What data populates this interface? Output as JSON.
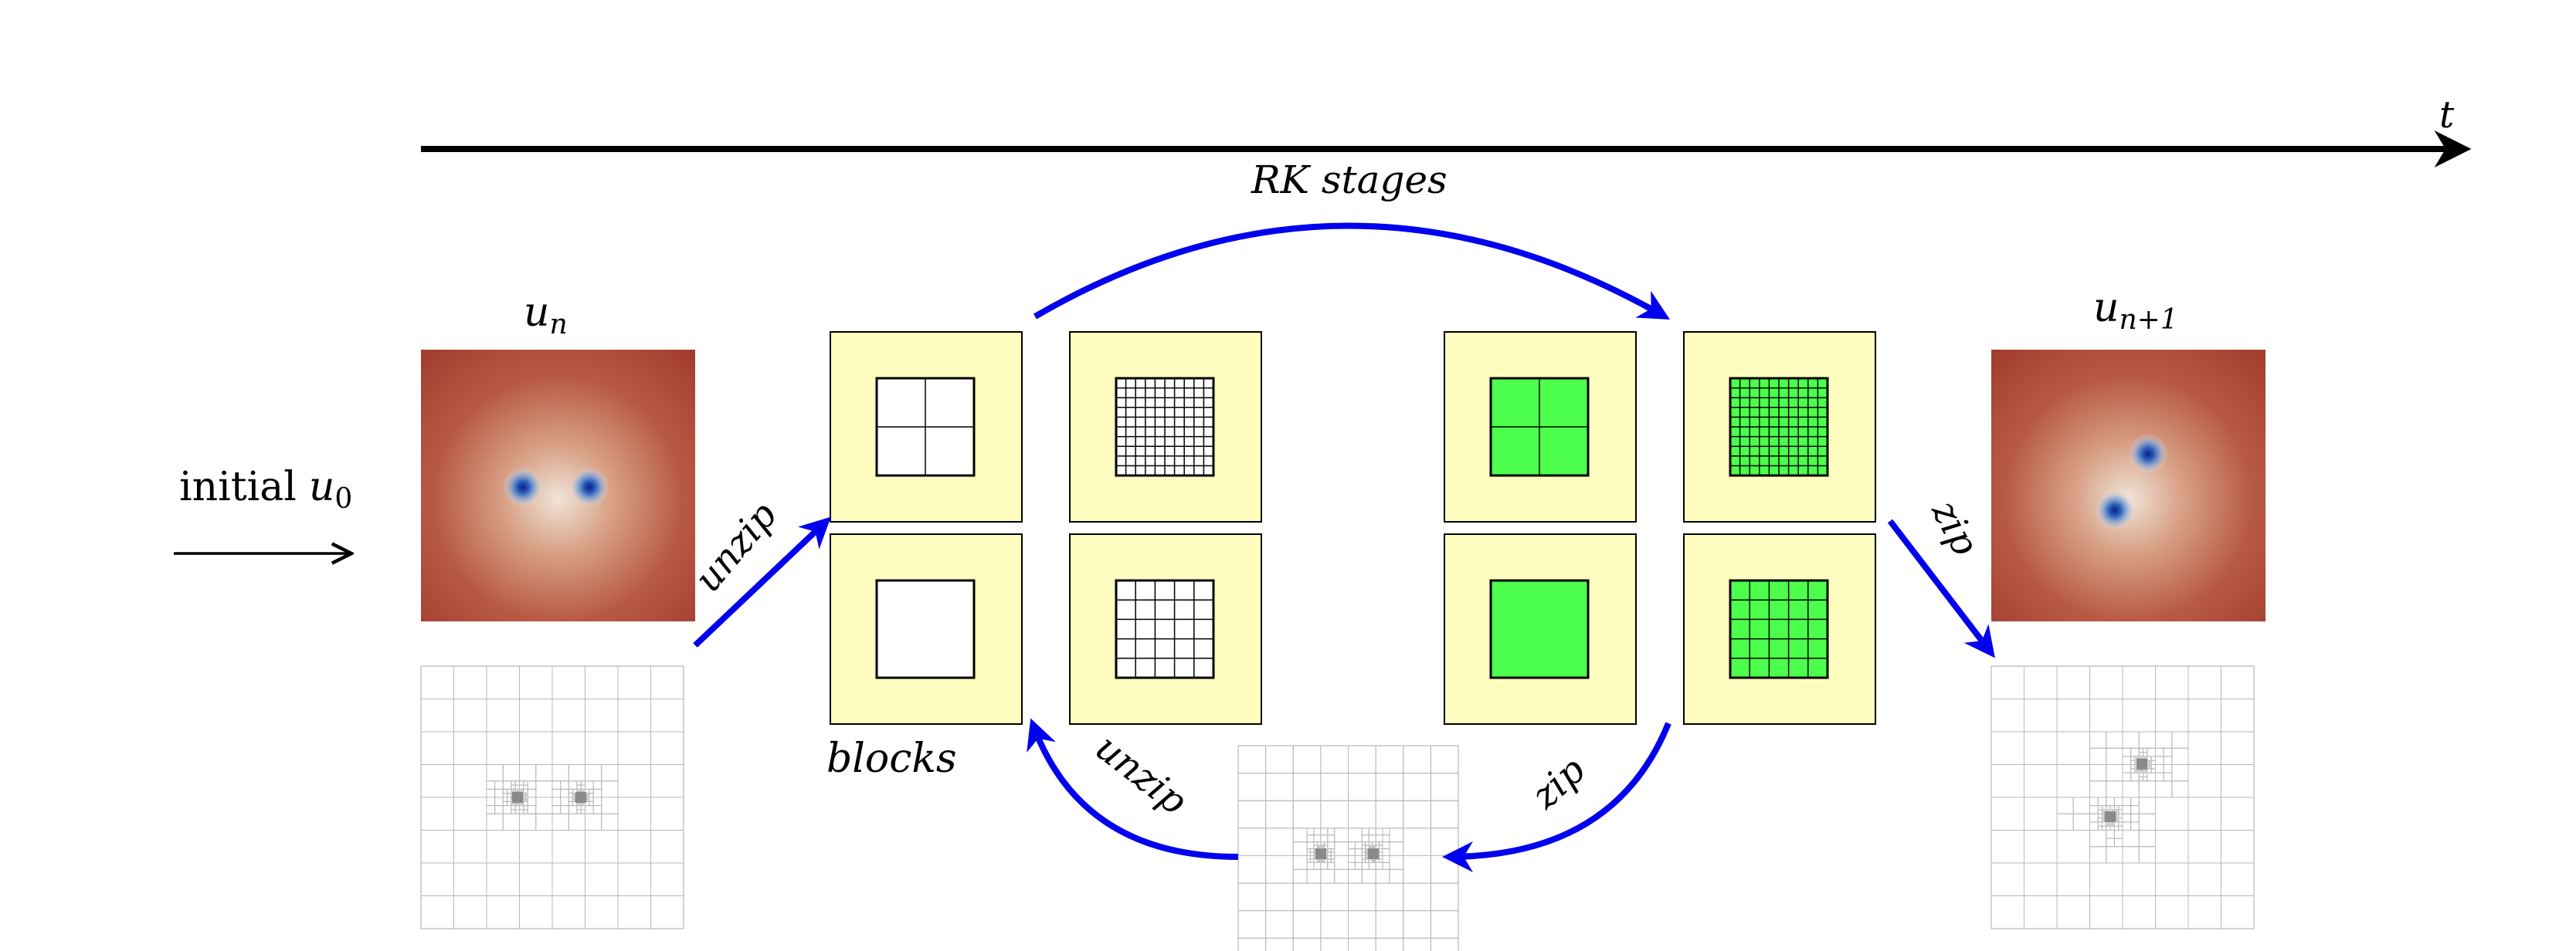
{
  "time_axis": {
    "label": "t"
  },
  "initial": {
    "text": "initial",
    "var": "u",
    "sub": "0"
  },
  "state_n": {
    "var": "u",
    "sub": "n"
  },
  "state_n1": {
    "var": "u",
    "sub": "n+1"
  },
  "labels": {
    "rk_stages": "RK stages",
    "blocks": "blocks",
    "unzip_top": "unzip",
    "unzip_bottom": "unzip",
    "zip_bottom": "zip",
    "zip_right": "zip"
  },
  "blocks_left": [
    {
      "cells": 2,
      "fill": "#ffffff"
    },
    {
      "cells": 10,
      "fill": "#ffffff"
    },
    {
      "cells": 1,
      "fill": "#ffffff"
    },
    {
      "cells": 5,
      "fill": "#ffffff"
    }
  ],
  "blocks_right": [
    {
      "cells": 2,
      "fill": "#4cff4c"
    },
    {
      "cells": 10,
      "fill": "#4cff4c"
    },
    {
      "cells": 1,
      "fill": "#4cff4c"
    },
    {
      "cells": 5,
      "fill": "#4cff4c"
    }
  ],
  "colors": {
    "arrow": "#0000ee",
    "block_bg": "#fffcc0",
    "green": "#4cff4c",
    "field_red": "#a43a2c",
    "vortex": "#1a3a9a",
    "mesh_line": "#b8b8b8"
  }
}
